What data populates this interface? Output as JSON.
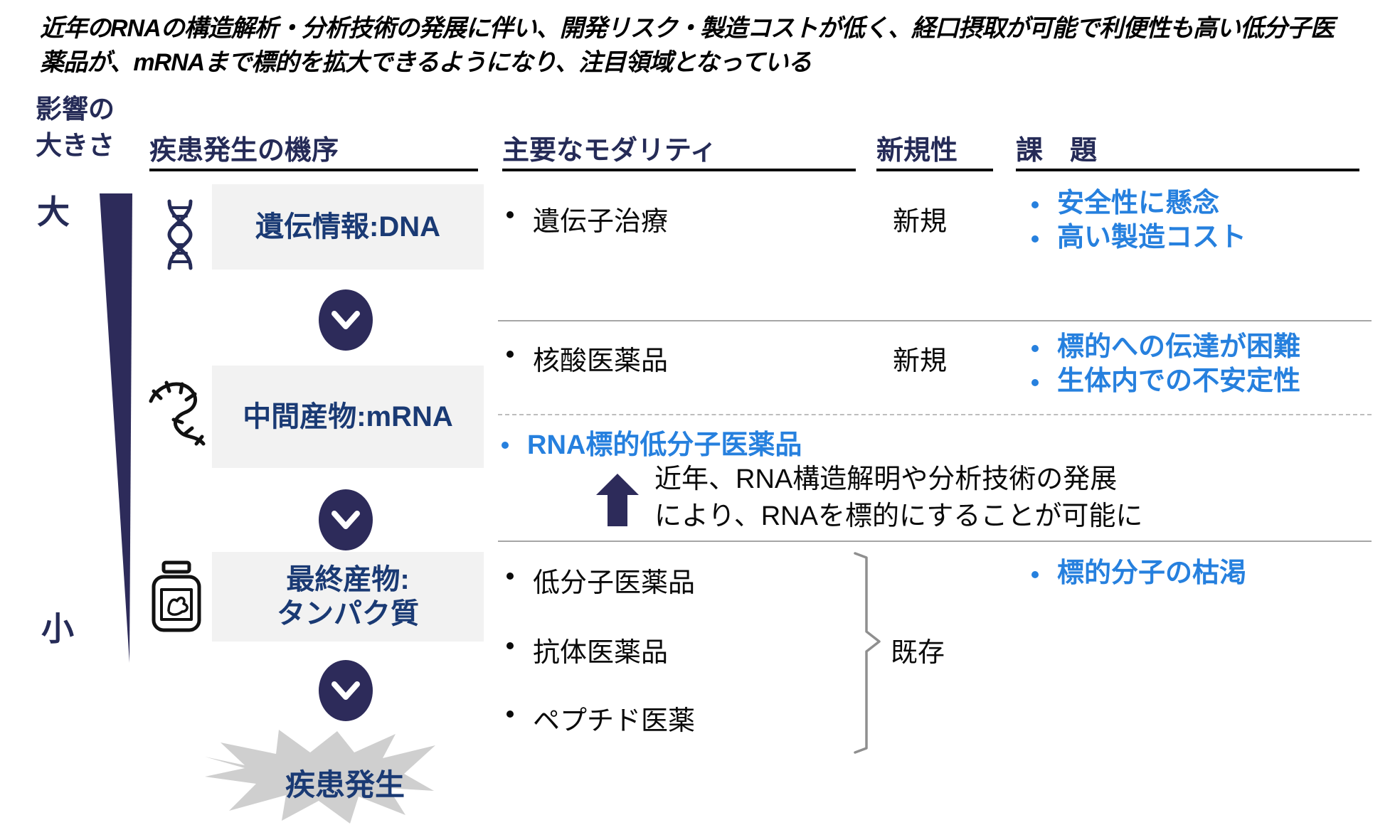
{
  "title": {
    "line1": "近年のRNAの構造解析・分析技術の発展に伴い、開発リスク・製造コストが低く、経口摂取が可能で利便性も高い低分子医",
    "line2": "薬品が、mRNAまで標的を拡大できるようになり、注目領域となっている"
  },
  "impact_axis": {
    "label_line1": "影響の",
    "label_line2": "大きさ",
    "top": "大",
    "bottom": "小"
  },
  "headers": {
    "mechanism": "疾患発生の機序",
    "modality": "主要なモダリティ",
    "novelty": "新規性",
    "issues": "課　題"
  },
  "stages": {
    "dna": {
      "label": "遺伝情報:DNA",
      "icon": "dna-icon"
    },
    "mrna": {
      "label": "中間産物:mRNA",
      "icon": "rna-icon"
    },
    "protein": {
      "label_line1": "最終産物:",
      "label_line2": "タンパク質",
      "icon": "protein-bottle-icon"
    },
    "outcome": "疾患発生"
  },
  "rows": {
    "gene_therapy": {
      "modality": "遺伝子治療",
      "novelty": "新規",
      "issue1": "安全性に懸念",
      "issue2": "高い製造コスト"
    },
    "nucleic_acid": {
      "modality": "核酸医薬品",
      "novelty": "新規",
      "issue1": "標的への伝達が困難",
      "issue2": "生体内での不安定性"
    },
    "rna_target": {
      "modality": "RNA標的低分子医薬品"
    },
    "existing": {
      "modality1": "低分子医薬品",
      "modality2": "抗体医薬品",
      "modality3": "ペプチド医薬",
      "bracket_label": "既存",
      "issue1": "標的分子の枯渇"
    }
  },
  "annotation": {
    "line1": "近年、RNA構造解明や分析技術の発展",
    "line2": "により、RNAを標的にすることが可能に"
  },
  "colors": {
    "navy": "#252B57",
    "deep_indigo": "#2D2B5A",
    "box_label_blue": "#1A3A74",
    "highlight_blue": "#2680DE",
    "box_gray": "#F2F2F2",
    "starburst_gray": "#CFCFCF"
  }
}
